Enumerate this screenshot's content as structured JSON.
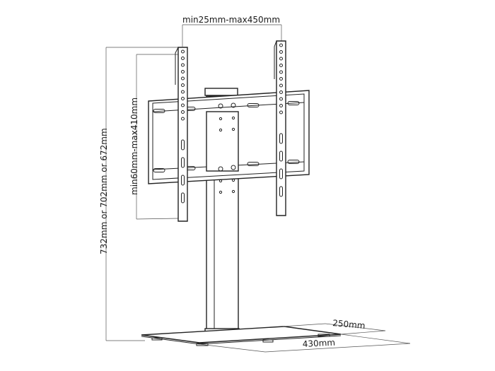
{
  "diagram": {
    "labels": {
      "vesa_width": "min25mm-max450mm",
      "vesa_height": "min60mm-max410mm",
      "total_height": "732mm or 702mm or 672mm",
      "base_depth": "250mm",
      "base_width": "430mm"
    },
    "line_color": "#222222"
  }
}
